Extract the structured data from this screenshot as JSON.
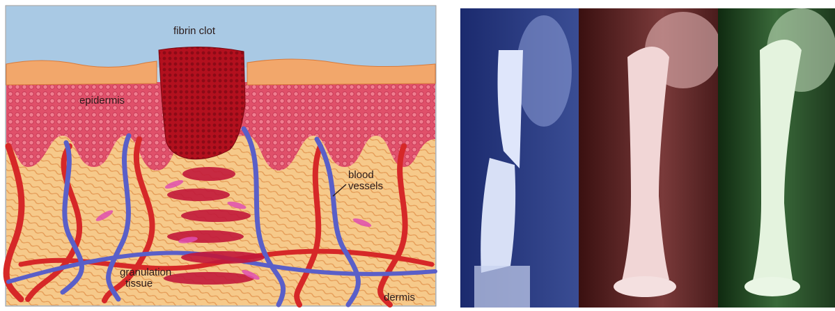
{
  "illustration": {
    "labels": {
      "fibrin_clot": "fibrin clot",
      "epidermis": "epidermis",
      "blood_vessels_line1": "blood",
      "blood_vessels_line2": "vessels",
      "granulation_line1": "granulation",
      "granulation_line2": "tissue",
      "dermis": "dermis"
    }
  },
  "xrays": {
    "panels": [
      {
        "tint": "blue",
        "color": "#3a4a8c"
      },
      {
        "tint": "red",
        "color": "#7a3a3a"
      },
      {
        "tint": "green",
        "color": "#3a6a3a"
      }
    ]
  }
}
